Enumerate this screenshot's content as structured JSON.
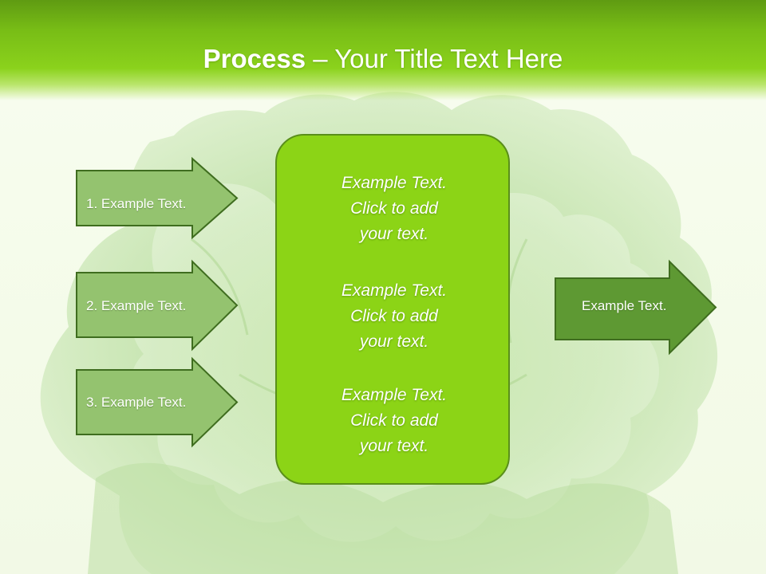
{
  "slide": {
    "title_bold": "Process",
    "title_rest": " – Your Title Text Here"
  },
  "left_arrows": [
    {
      "label": "1. Example Text."
    },
    {
      "label": "2. Example Text."
    },
    {
      "label": "3. Example Text."
    }
  ],
  "center_box": {
    "items": [
      "Example Text.\nClick  to add\nyour text.",
      "Example Text.\nClick  to add\nyour text.",
      "Example Text.\nClick  to add\nyour text."
    ]
  },
  "right_arrow": {
    "label": "Example Text."
  },
  "colors": {
    "header_green": "#8bd21c",
    "center_box_fill": "#8cd416",
    "left_arrow_fill": "#94c36f",
    "right_arrow_fill": "#5e9933",
    "outline": "#3f6d1f"
  }
}
